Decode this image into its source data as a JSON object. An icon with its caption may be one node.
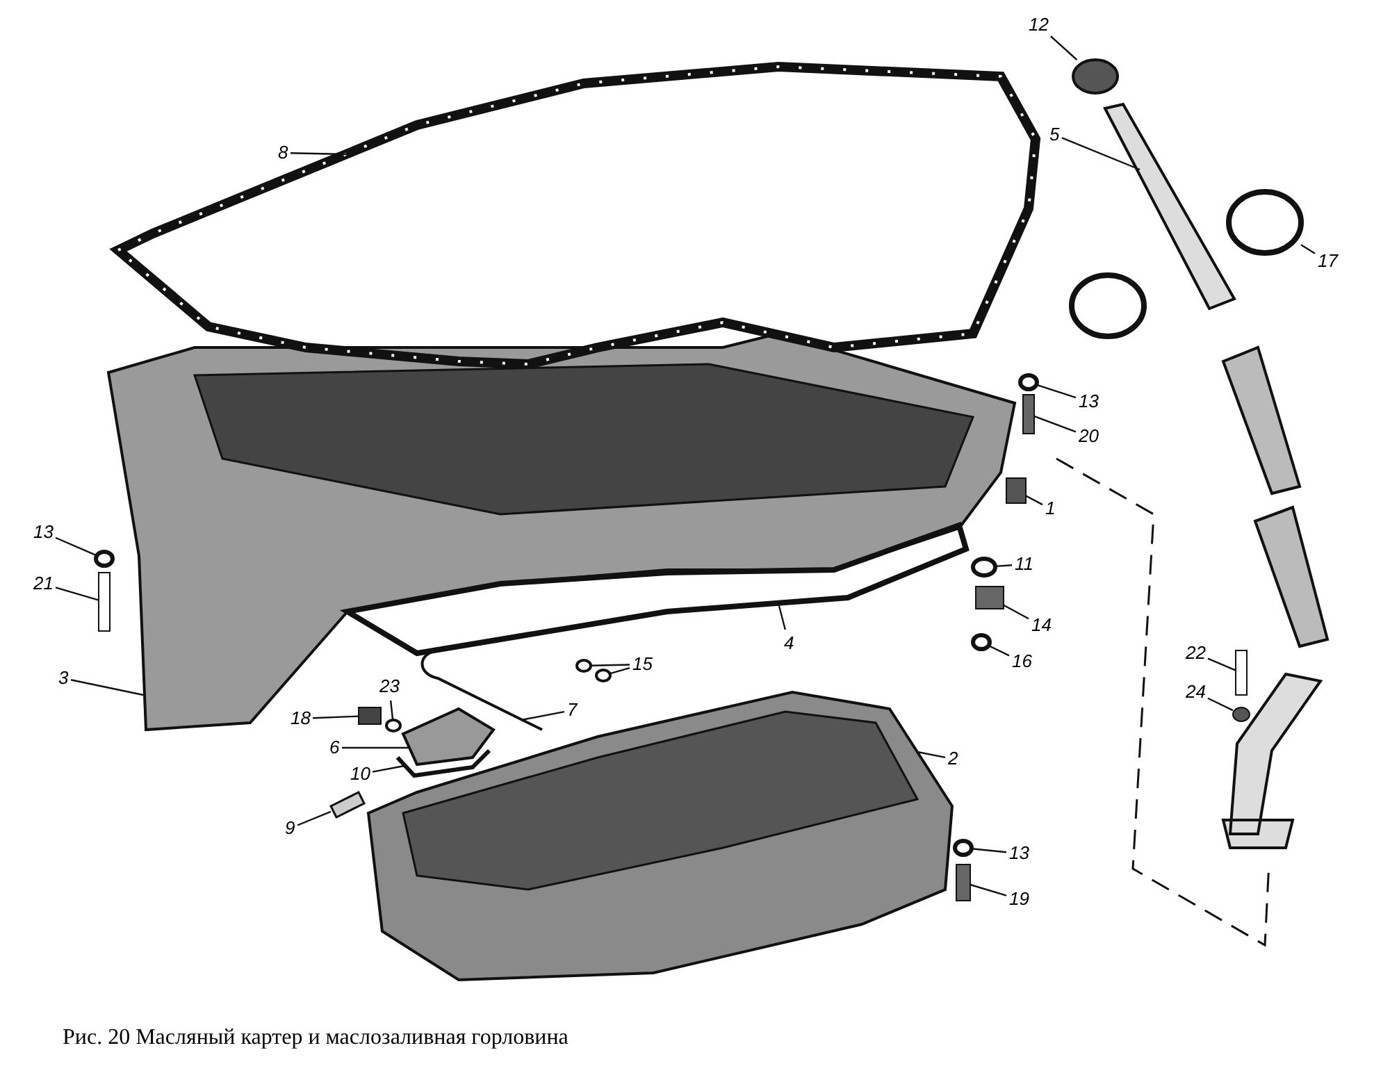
{
  "diagram": {
    "caption": "Рис. 20 Масляный картер и маслозаливная горловина",
    "nodes": [
      {
        "text": [
          "12"
        ]
      },
      {
        "text": [
          "5"
        ]
      },
      {
        "text": [
          "8"
        ]
      },
      {
        "text": [
          "17"
        ]
      },
      {
        "text": [
          "13"
        ]
      },
      {
        "text": [
          "20"
        ]
      },
      {
        "text": [
          "1"
        ]
      },
      {
        "text": [
          "13"
        ]
      },
      {
        "text": [
          "11"
        ]
      },
      {
        "text": [
          "21"
        ]
      },
      {
        "text": [
          "14"
        ]
      },
      {
        "text": [
          "4"
        ]
      },
      {
        "text": [
          "15"
        ]
      },
      {
        "text": [
          "16"
        ]
      },
      {
        "text": [
          "22"
        ]
      },
      {
        "text": [
          "3"
        ]
      },
      {
        "text": [
          "24"
        ]
      },
      {
        "text": [
          "7"
        ]
      },
      {
        "text": [
          "23"
        ]
      },
      {
        "text": [
          "18"
        ]
      },
      {
        "text": [
          "6"
        ]
      },
      {
        "text": [
          "2"
        ]
      },
      {
        "text": [
          "10"
        ]
      },
      {
        "text": [
          "9"
        ]
      },
      {
        "text": [
          "13"
        ]
      },
      {
        "text": [
          "19"
        ]
      },
      {
        "text": [],
        "shape": "circle"
      },
      {
        "text": [],
        "shape": "picture"
      },
      {
        "text": [],
        "shape": "picture"
      },
      {
        "text": [],
        "shape": "circle"
      },
      {
        "text": [],
        "shape": "circle"
      },
      {
        "text": [],
        "shape": "box"
      },
      {
        "text": [],
        "shape": "box"
      },
      {
        "text": [],
        "shape": "circle"
      },
      {
        "text": [],
        "shape": "circle"
      },
      {
        "text": [],
        "shape": "box"
      },
      {
        "text": [],
        "shape": "box"
      },
      {
        "text": [],
        "shape": "picture"
      },
      {
        "text": [],
        "shape": "circle"
      },
      {
        "text": [],
        "shape": "circle"
      },
      {
        "text": [],
        "shape": "circle"
      },
      {
        "text": [],
        "shape": "box"
      },
      {
        "text": [],
        "shape": "picture"
      },
      {
        "text": [],
        "shape": "circle"
      },
      {
        "text": [],
        "shape": "picture"
      },
      {
        "text": [],
        "shape": "circle"
      },
      {
        "text": [],
        "shape": "box"
      },
      {
        "text": [],
        "shape": "picture"
      },
      {
        "text": [],
        "shape": "picture"
      },
      {
        "text": [],
        "shape": "picture"
      },
      {
        "text": [],
        "shape": "picture"
      },
      {
        "text": [],
        "shape": "circle"
      },
      {
        "text": [],
        "shape": "box"
      }
    ],
    "edges": [
      {
        "from": 0,
        "to": 26,
        "arrow": "none"
      },
      {
        "from": 1,
        "to": 27,
        "arrow": "none"
      },
      {
        "from": 2,
        "to": 28,
        "arrow": "none"
      },
      {
        "from": 3,
        "to": 29,
        "arrow": "none"
      },
      {
        "from": 4,
        "to": 30,
        "arrow": "none"
      },
      {
        "from": 5,
        "to": 31,
        "arrow": "none"
      },
      {
        "from": 6,
        "to": 32,
        "arrow": "none"
      },
      {
        "from": 7,
        "to": 33,
        "arrow": "none"
      },
      {
        "from": 8,
        "to": 34,
        "arrow": "none"
      },
      {
        "from": 9,
        "to": 35,
        "arrow": "none"
      },
      {
        "from": 10,
        "to": 36,
        "arrow": "none"
      },
      {
        "from": 11,
        "to": 37,
        "arrow": "none"
      },
      {
        "from": 12,
        "to": 38,
        "arrow": "none"
      },
      {
        "from": 12,
        "to": 39,
        "arrow": "none"
      },
      {
        "from": 13,
        "to": 40,
        "arrow": "none"
      },
      {
        "from": 14,
        "to": 41,
        "arrow": "none"
      },
      {
        "from": 15,
        "to": 42,
        "arrow": "none"
      },
      {
        "from": 16,
        "to": 43,
        "arrow": "none"
      },
      {
        "from": 17,
        "to": 44,
        "arrow": "none"
      },
      {
        "from": 18,
        "to": 45,
        "arrow": "none"
      },
      {
        "from": 19,
        "to": 46,
        "arrow": "none"
      },
      {
        "from": 20,
        "to": 47,
        "arrow": "none"
      },
      {
        "from": 21,
        "to": 48,
        "arrow": "none"
      },
      {
        "from": 22,
        "to": 49,
        "arrow": "none"
      },
      {
        "from": 23,
        "to": 50,
        "arrow": "none"
      },
      {
        "from": 24,
        "to": 51,
        "arrow": "none"
      },
      {
        "from": 25,
        "to": 52,
        "arrow": "none"
      }
    ]
  }
}
